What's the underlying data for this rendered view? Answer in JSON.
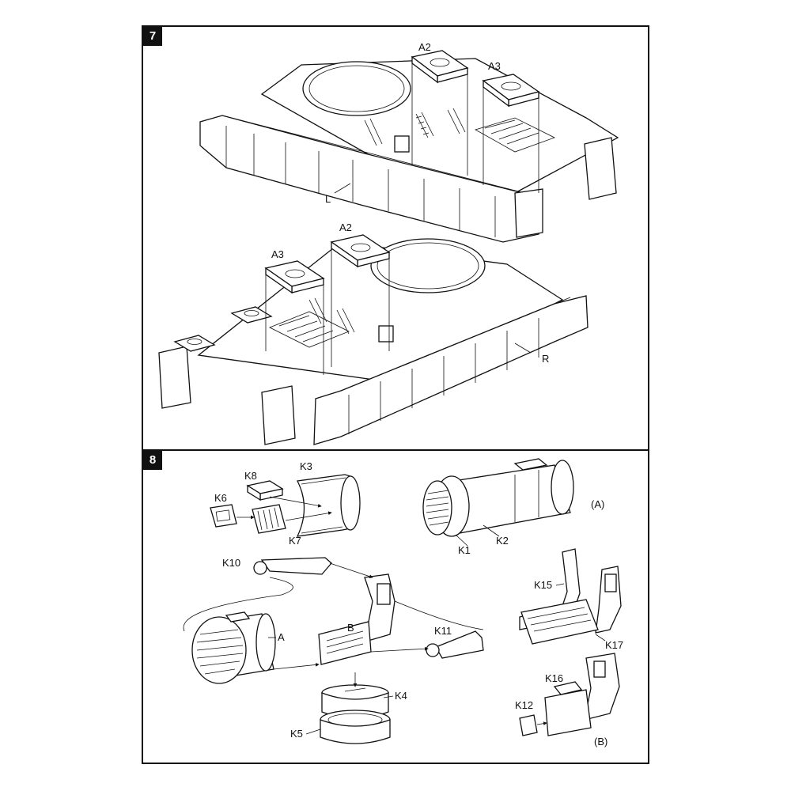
{
  "steps": [
    {
      "number": "7",
      "labels": {
        "top_a2": "A2",
        "top_a3": "A3",
        "top_side": "L",
        "bottom_a2": "A2",
        "bottom_a3": "A3",
        "bottom_side": "R"
      }
    },
    {
      "number": "8",
      "labels": {
        "k3": "K3",
        "k8": "K8",
        "k6": "K6",
        "k7": "K7",
        "k1": "K1",
        "k2": "K2",
        "sub_a_marker": "(A)",
        "k10": "K10",
        "k11": "K11",
        "a": "A",
        "b": "B",
        "k4": "K4",
        "k5": "K5",
        "k15": "K15",
        "k17": "K17",
        "k16": "K16",
        "k12": "K12",
        "sub_b_marker": "(B)"
      }
    }
  ]
}
